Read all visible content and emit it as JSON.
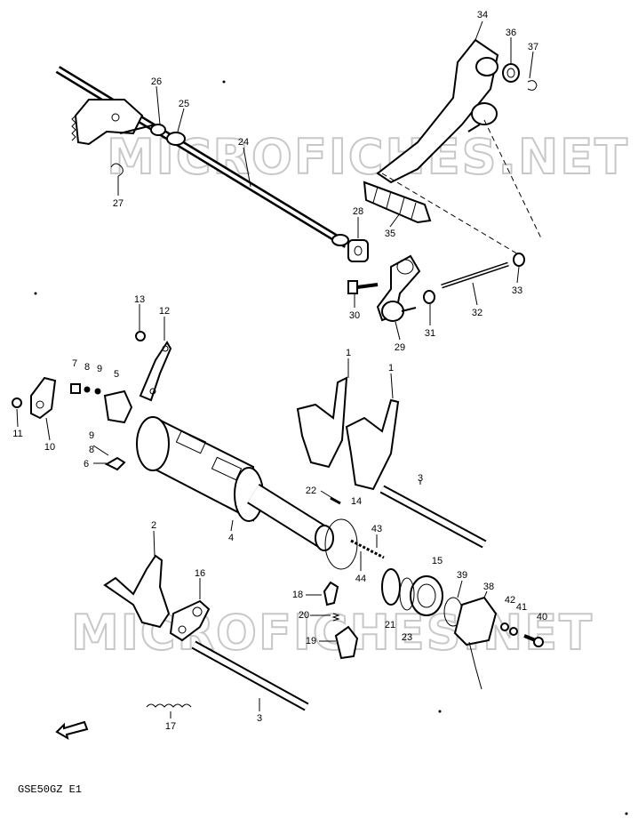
{
  "watermark": "MICROFICHES.NET",
  "drawing_code": "GSE50GZ E1",
  "part_labels": {
    "p1a": "1",
    "p1b": "1",
    "p2": "2",
    "p3a": "3",
    "p3b": "3",
    "p4": "4",
    "p5": "5",
    "p6": "6",
    "p7": "7",
    "p8a": "8",
    "p8b": "8",
    "p9a": "9",
    "p9b": "9",
    "p10": "10",
    "p11": "11",
    "p12": "12",
    "p13": "13",
    "p14": "14",
    "p15": "15",
    "p16": "16",
    "p17": "17",
    "p18": "18",
    "p19": "19",
    "p20": "20",
    "p21": "21",
    "p22": "22",
    "p23": "23",
    "p24": "24",
    "p25": "25",
    "p26": "26",
    "p27": "27",
    "p28": "28",
    "p29": "29",
    "p30": "30",
    "p31": "31",
    "p32": "32",
    "p33": "33",
    "p34": "34",
    "p35": "35",
    "p36": "36",
    "p37": "37",
    "p38": "38",
    "p39": "39",
    "p40": "40",
    "p41": "41",
    "p42": "42",
    "p43": "43",
    "p44": "44"
  }
}
